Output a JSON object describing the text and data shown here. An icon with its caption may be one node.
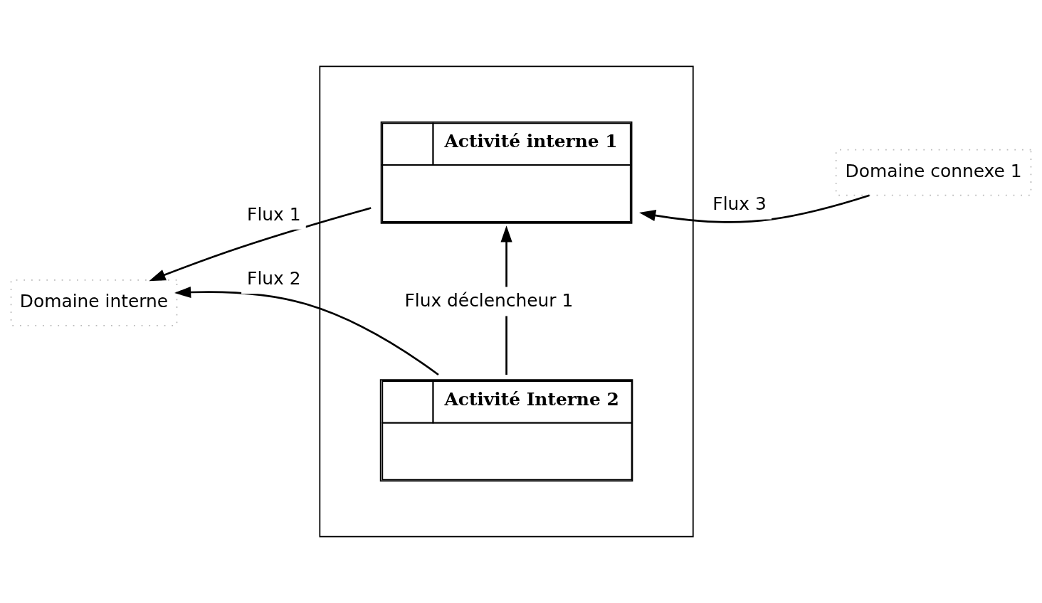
{
  "diagram": {
    "nodes": [
      {
        "text": [],
        "shape": "box"
      },
      {
        "text": [
          "Activité interne 1"
        ],
        "in": 0
      },
      {
        "text": [
          "Activité Interne 2"
        ],
        "in": 0
      },
      {
        "text": [
          "Domaine interne"
        ]
      },
      {
        "text": [
          "Domaine connexe 1"
        ]
      }
    ],
    "edges": [
      {
        "from": 1,
        "to": 3,
        "arrow": "to",
        "label": "Flux 1"
      },
      {
        "from": 2,
        "to": 3,
        "arrow": "to",
        "label": "Flux 2"
      },
      {
        "from": 2,
        "to": 1,
        "arrow": "to",
        "label": "Flux déclencheur 1"
      },
      {
        "from": 4,
        "to": 1,
        "arrow": "to",
        "label": "Flux 3"
      }
    ]
  }
}
